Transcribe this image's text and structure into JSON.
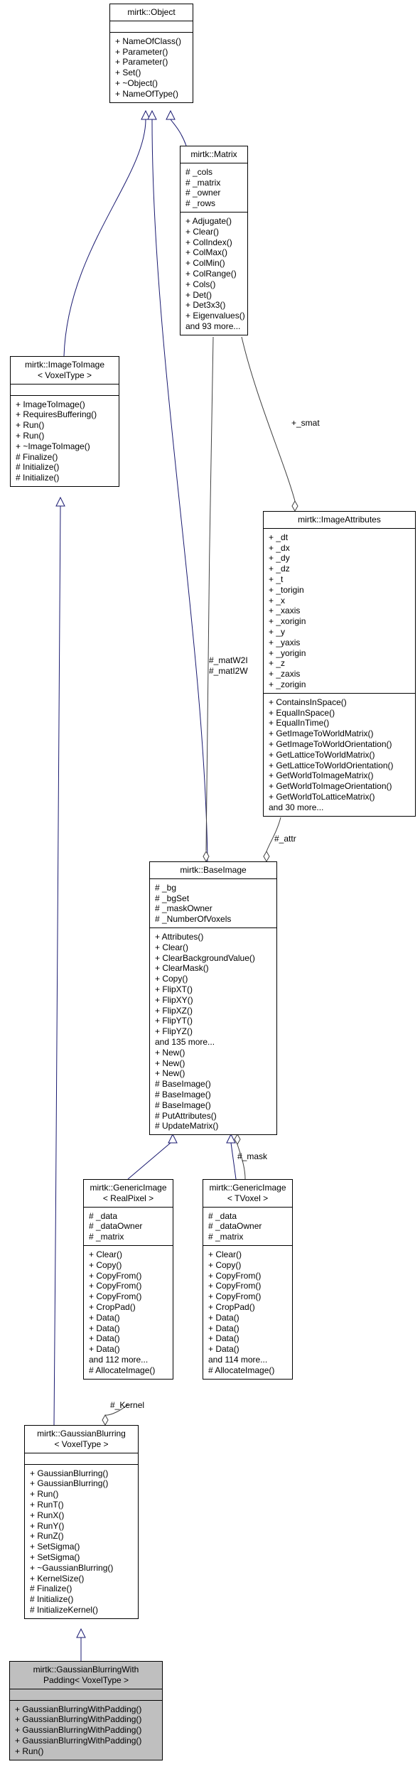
{
  "classes": {
    "object": {
      "title": [
        "mirtk::Object"
      ],
      "attributes": [],
      "methods": [
        "+ NameOfClass()",
        "+ Parameter()",
        "+ Parameter()",
        "+ Set()",
        "+ ~Object()",
        "+ NameOfType()"
      ]
    },
    "matrix": {
      "title": [
        "mirtk::Matrix"
      ],
      "attributes": [
        "# _cols",
        "# _matrix",
        "# _owner",
        "# _rows"
      ],
      "methods": [
        "+ Adjugate()",
        "+ Clear()",
        "+ ColIndex()",
        "+ ColMax()",
        "+ ColMin()",
        "+ ColRange()",
        "+ Cols()",
        "+ Det()",
        "+ Det3x3()",
        "+ Eigenvalues()",
        "and 93 more..."
      ]
    },
    "image_to_image": {
      "title": [
        "mirtk::ImageToImage",
        "< VoxelType >"
      ],
      "attributes": [],
      "methods": [
        "+ ImageToImage()",
        "+ RequiresBuffering()",
        "+ Run()",
        "+ Run()",
        "+ ~ImageToImage()",
        "# Finalize()",
        "# Initialize()",
        "# Initialize()"
      ]
    },
    "image_attributes": {
      "title": [
        "mirtk::ImageAttributes"
      ],
      "attributes": [
        "+ _dt",
        "+ _dx",
        "+ _dy",
        "+ _dz",
        "+ _t",
        "+ _torigin",
        "+ _x",
        "+ _xaxis",
        "+ _xorigin",
        "+ _y",
        "+ _yaxis",
        "+ _yorigin",
        "+ _z",
        "+ _zaxis",
        "+ _zorigin"
      ],
      "methods": [
        "+ ContainsInSpace()",
        "+ EqualInSpace()",
        "+ EqualInTime()",
        "+ GetImageToWorldMatrix()",
        "+ GetImageToWorldOrientation()",
        "+ GetLatticeToWorldMatrix()",
        "+ GetLatticeToWorldOrientation()",
        "+ GetWorldToImageMatrix()",
        "+ GetWorldToImageOrientation()",
        "+ GetWorldToLatticeMatrix()",
        "and 30 more..."
      ]
    },
    "base_image": {
      "title": [
        "mirtk::BaseImage"
      ],
      "attributes": [
        "# _bg",
        "# _bgSet",
        "# _maskOwner",
        "# _NumberOfVoxels"
      ],
      "methods": [
        "+ Attributes()",
        "+ Clear()",
        "+ ClearBackgroundValue()",
        "+ ClearMask()",
        "+ Copy()",
        "+ FlipXT()",
        "+ FlipXY()",
        "+ FlipXZ()",
        "+ FlipYT()",
        "+ FlipYZ()",
        "and 135 more...",
        "+ New()",
        "+ New()",
        "+ New()",
        "# BaseImage()",
        "# BaseImage()",
        "# BaseImage()",
        "# PutAttributes()",
        "# UpdateMatrix()"
      ]
    },
    "generic_real": {
      "title": [
        "mirtk::GenericImage",
        "< RealPixel >"
      ],
      "attributes": [
        "# _data",
        "# _dataOwner",
        "# _matrix"
      ],
      "methods": [
        "+ Clear()",
        "+ Copy()",
        "+ CopyFrom()",
        "+ CopyFrom()",
        "+ CopyFrom()",
        "+ CropPad()",
        "+ Data()",
        "+ Data()",
        "+ Data()",
        "+ Data()",
        "and 112 more...",
        "# AllocateImage()"
      ]
    },
    "generic_tvoxel": {
      "title": [
        "mirtk::GenericImage",
        "< TVoxel >"
      ],
      "attributes": [
        "# _data",
        "# _dataOwner",
        "# _matrix"
      ],
      "methods": [
        "+ Clear()",
        "+ Copy()",
        "+ CopyFrom()",
        "+ CopyFrom()",
        "+ CopyFrom()",
        "+ CropPad()",
        "+ Data()",
        "+ Data()",
        "+ Data()",
        "+ Data()",
        "and 114 more...",
        "# AllocateImage()"
      ]
    },
    "gaussian_blurring": {
      "title": [
        "mirtk::GaussianBlurring",
        "< VoxelType >"
      ],
      "attributes": [],
      "methods": [
        "+ GaussianBlurring()",
        "+ GaussianBlurring()",
        "+ Run()",
        "+ RunT()",
        "+ RunX()",
        "+ RunY()",
        "+ RunZ()",
        "+ SetSigma()",
        "+ SetSigma()",
        "+ ~GaussianBlurring()",
        "+ KernelSize()",
        "# Finalize()",
        "# Initialize()",
        "# InitializeKernel()"
      ]
    },
    "gaussian_padding": {
      "title": [
        "mirtk::GaussianBlurringWith",
        "Padding< VoxelType >"
      ],
      "attributes": [],
      "methods": [
        "+ GaussianBlurringWithPadding()",
        "+ GaussianBlurringWithPadding()",
        "+ GaussianBlurringWithPadding()",
        "+ GaussianBlurringWithPadding()",
        "+ Run()"
      ]
    }
  },
  "edge_labels": {
    "smat": "+_smat",
    "matW2I": "#_matW2I",
    "matI2W": "#_matI2W",
    "attr": "#_attr",
    "mask": "#_mask",
    "kernel": "#_Kernel"
  },
  "colors": {
    "inheritance": "#191970",
    "usage": "#404040",
    "highlight_fill": "#bfbfbf"
  }
}
